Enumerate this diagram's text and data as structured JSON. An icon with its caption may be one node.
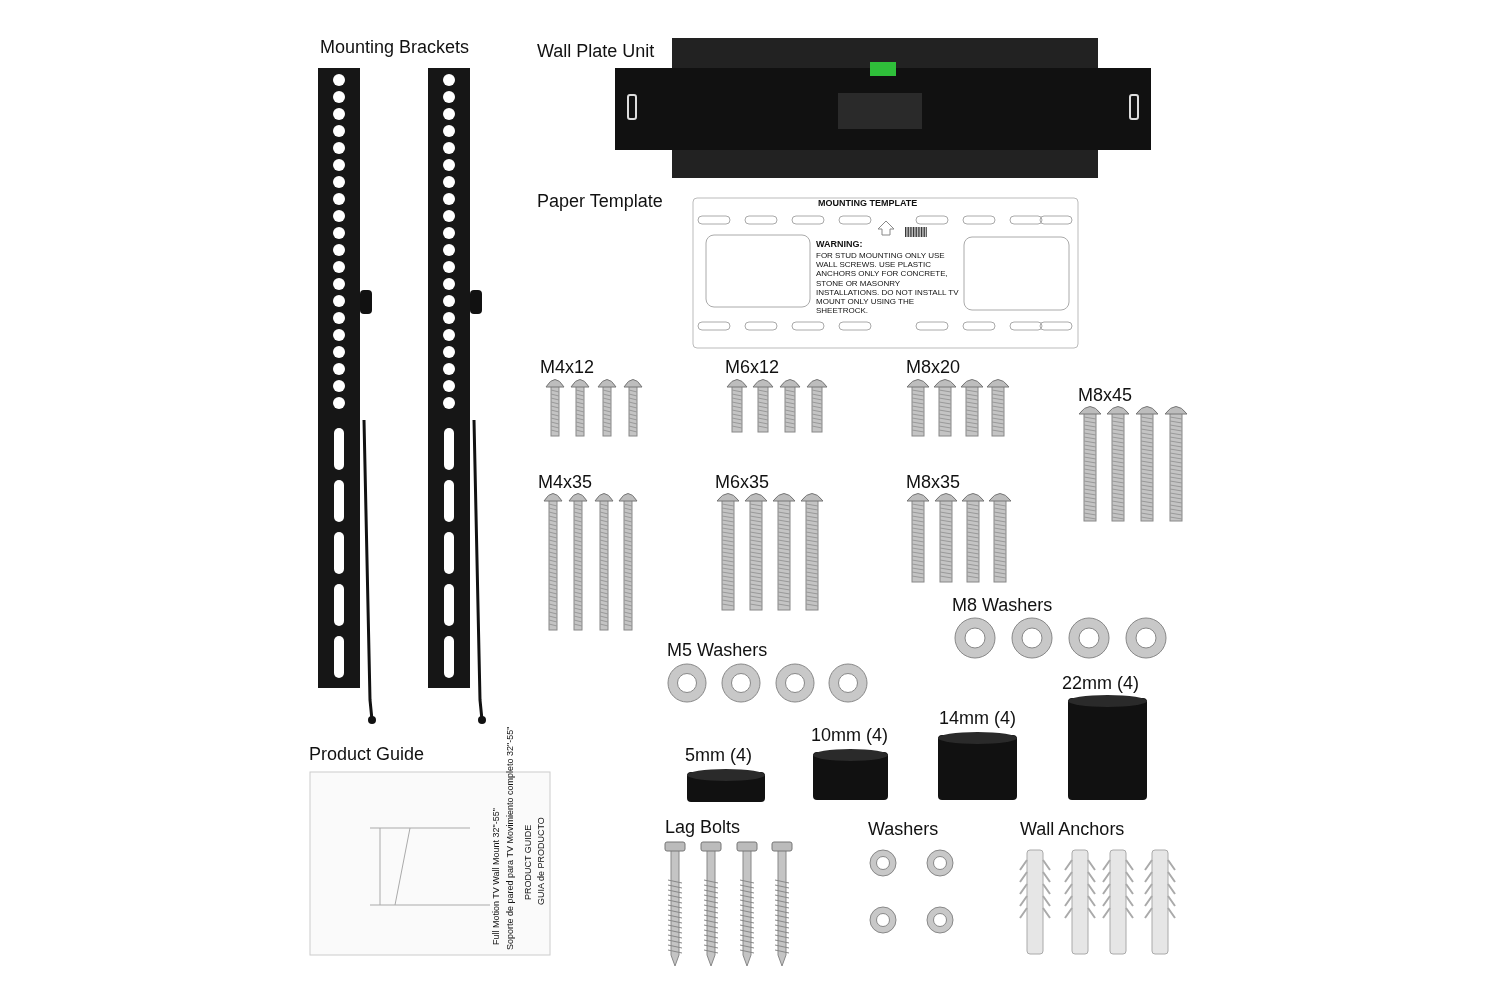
{
  "diagram": {
    "labels": [
      "Mounting Brackets",
      "Wall Plate Unit",
      "Paper Template",
      "MOUNTING TEMPLATE",
      "WARNING:",
      "FOR STUD MOUNTING ONLY USE WALL SCREWS. USE PLASTIC ANCHORS ONLY FOR CONCRETE, STONE OR MASONRY INSTALLATIONS. DO NOT INSTALL TV MOUNT ONLY USING THE SHEETROCK.",
      "M4x12",
      "M6x12",
      "M8x20",
      "M8x45",
      "M4x35",
      "M6x35",
      "M8x35",
      "M8 Washers",
      "M5 Washers",
      "22mm (4)",
      "14mm (4)",
      "10mm (4)",
      "Product Guide",
      "5mm (4)",
      "Full Motion TV Wall Mount 32\"-55\"",
      "Soporte de pared para TV Movimiento completo 32\"-55\"",
      "PRODUCT GUIDE",
      "GUIA de PRODUCTO",
      "Lag Bolts",
      "Washers",
      "Wall Anchors"
    ]
  }
}
